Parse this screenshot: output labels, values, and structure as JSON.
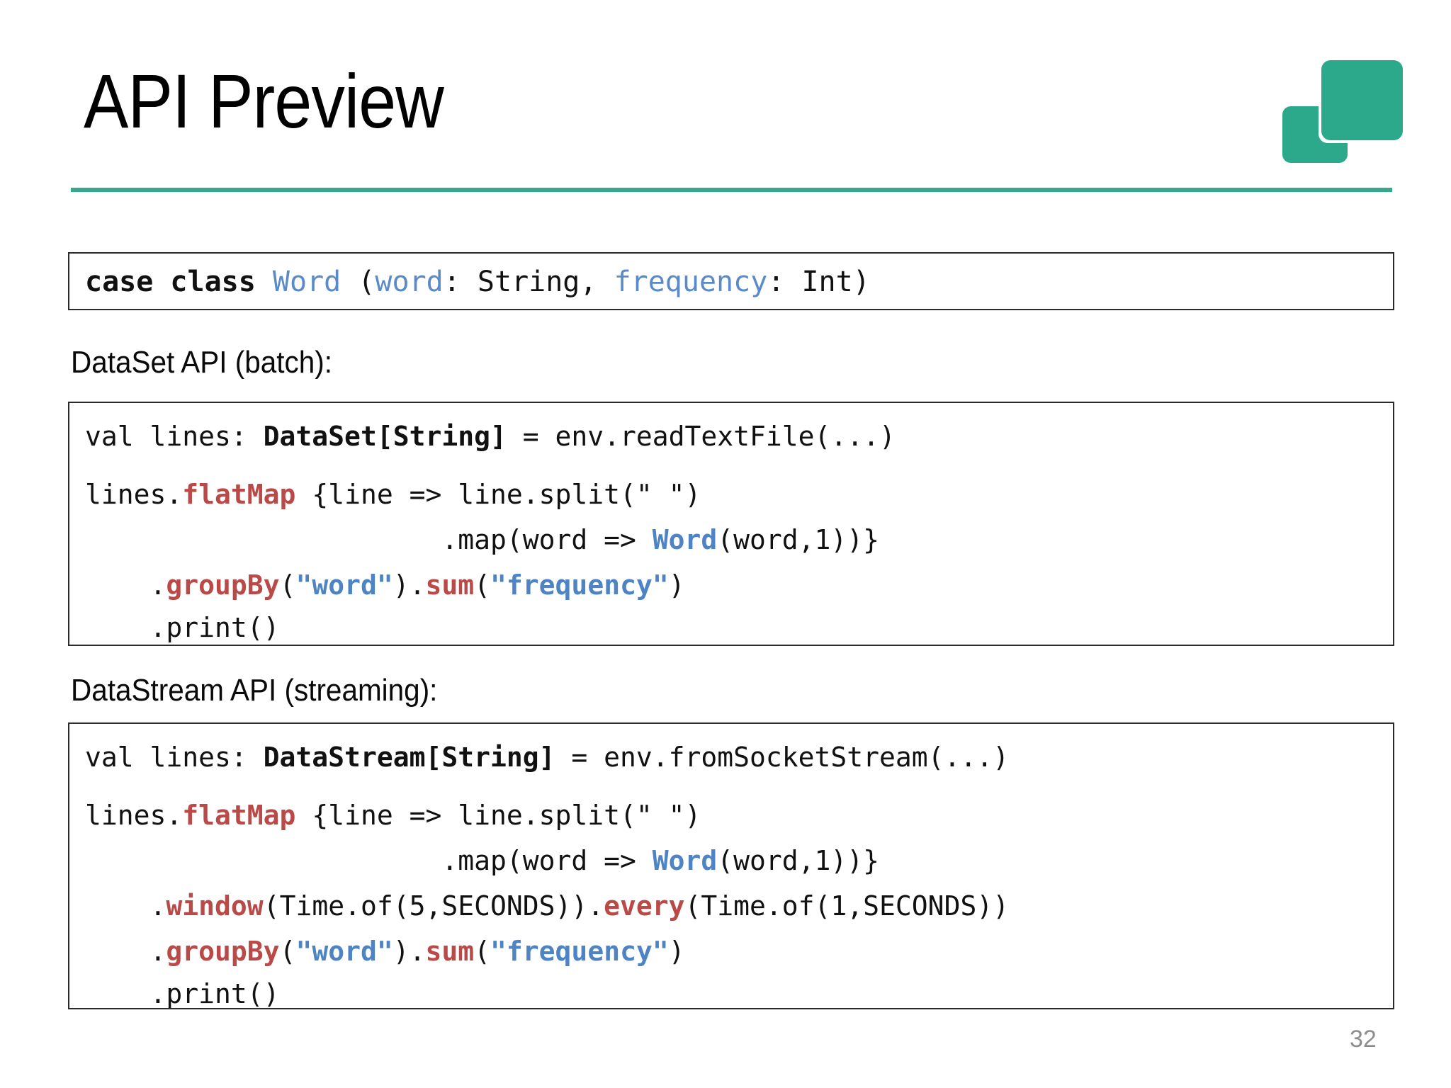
{
  "slide": {
    "title": "API Preview",
    "page_number": "32",
    "accent_color": "#36a98c",
    "logo_color": "#2ba98a",
    "rule_color": "#36a98c"
  },
  "logo": {
    "name": "apache-flink-style-squares-logo",
    "shapes": [
      "rounded-square-back",
      "rounded-square-front"
    ]
  },
  "case_class_box": {
    "full_text": "case class Word (word: String, frequency: Int)",
    "tokens": [
      {
        "t": "case class ",
        "c": "kw"
      },
      {
        "t": "Word",
        "c": "blue"
      },
      {
        "t": " (",
        "c": "plain"
      },
      {
        "t": "word",
        "c": "blue"
      },
      {
        "t": ": String, ",
        "c": "plain"
      },
      {
        "t": "frequency",
        "c": "blue"
      },
      {
        "t": ": Int)",
        "c": "plain"
      }
    ]
  },
  "dataset_section": {
    "label": "DataSet API (batch):",
    "lines": [
      "val lines: DataSet[String] = env.readTextFile(...)",
      "lines.flatMap {line => line.split(\" \")",
      "                      .map(word => Word(word,1))}",
      "    .groupBy(\"word\").sum(\"frequency\")",
      "    .print()"
    ],
    "line1": {
      "a": "val lines: ",
      "b": "DataSet[String]",
      "c": " = env.readTextFile(...)"
    },
    "line2": {
      "a": "lines.",
      "b": "flatMap",
      "c": " {line => line.split(\" \")"
    },
    "line3": {
      "indent": "                      ",
      "a": ".map(word => ",
      "b": "Word",
      "c": "(word,1))}"
    },
    "line4": {
      "indent": "    ",
      "dot1": ".",
      "groupBy": "groupBy",
      "p1": "(",
      "arg1": "\"word\"",
      "p2": ")",
      "dot2": ".",
      "sum": "sum",
      "p3": "(",
      "arg2": "\"frequency\"",
      "p4": ")"
    },
    "line5": {
      "indent": "    ",
      "text": ".print()"
    }
  },
  "datastream_section": {
    "label": "DataStream API (streaming):",
    "lines": [
      "val lines: DataStream[String] = env.fromSocketStream(...)",
      "lines.flatMap {line => line.split(\" \")",
      "                      .map(word => Word(word,1))}",
      "    .window(Time.of(5,SECONDS)).every(Time.of(1,SECONDS))",
      "    .groupBy(\"word\").sum(\"frequency\")",
      "    .print()"
    ],
    "line1": {
      "a": "val lines: ",
      "b": "DataStream[String]",
      "c": " = env.fromSocketStream(...)"
    },
    "line2": {
      "a": "lines.",
      "b": "flatMap",
      "c": " {line => line.split(\" \")"
    },
    "line3": {
      "indent": "                      ",
      "a": ".map(word => ",
      "b": "Word",
      "c": "(word,1))}"
    },
    "line4": {
      "indent": "    ",
      "dot1": ".",
      "window": "window",
      "args1": "(Time.of(5,SECONDS)).",
      "every": "every",
      "args2": "(Time.of(1,SECONDS))"
    },
    "line5": {
      "indent": "    ",
      "dot1": ".",
      "groupBy": "groupBy",
      "p1": "(",
      "arg1": "\"word\"",
      "p2": ")",
      "dot2": ".",
      "sum": "sum",
      "p3": "(",
      "arg2": "\"frequency\"",
      "p4": ")"
    },
    "line6": {
      "indent": "    ",
      "text": ".print()"
    }
  },
  "colors": {
    "keyword_black": "#111111",
    "identifier_blue": "#5b8ac9",
    "method_red": "#b94a48",
    "border": "#2b2b2b",
    "page_number_gray": "#8d8d8d"
  }
}
